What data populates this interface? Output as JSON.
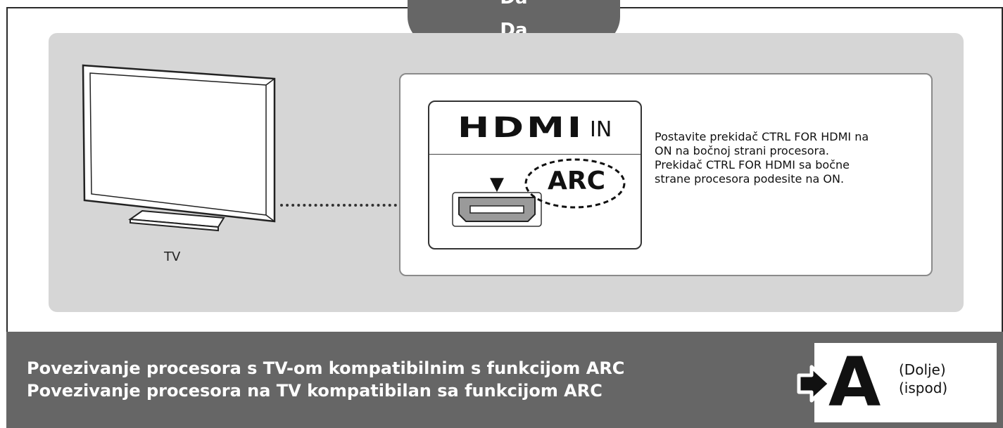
{
  "tab": {
    "line1": "Da",
    "line2": "Da"
  },
  "tv": {
    "label": "TV"
  },
  "port": {
    "hdmi_logo": "HDMI",
    "in_label": "IN",
    "arc_label": "ARC"
  },
  "instructions": {
    "line1": "Postavite prekidač CTRL FOR HDMI na",
    "line2": "ON na bočnoj strani procesora.",
    "line3": "Prekidač CTRL FOR HDMI sa bočne",
    "line4": "strane procesora podesite na ON."
  },
  "footer": {
    "title_line1": "Povezivanje procesora s TV-om kompatibilnim s funkcijom ARC",
    "title_line2": "Povezivanje procesora na TV kompatibilan sa funkcijom ARC",
    "nav_letter": "A",
    "nav_sub1": "(Dolje)",
    "nav_sub2": "(ispod)"
  },
  "colors": {
    "dark_gray": "#666666",
    "panel_gray": "#d6d6d6"
  }
}
